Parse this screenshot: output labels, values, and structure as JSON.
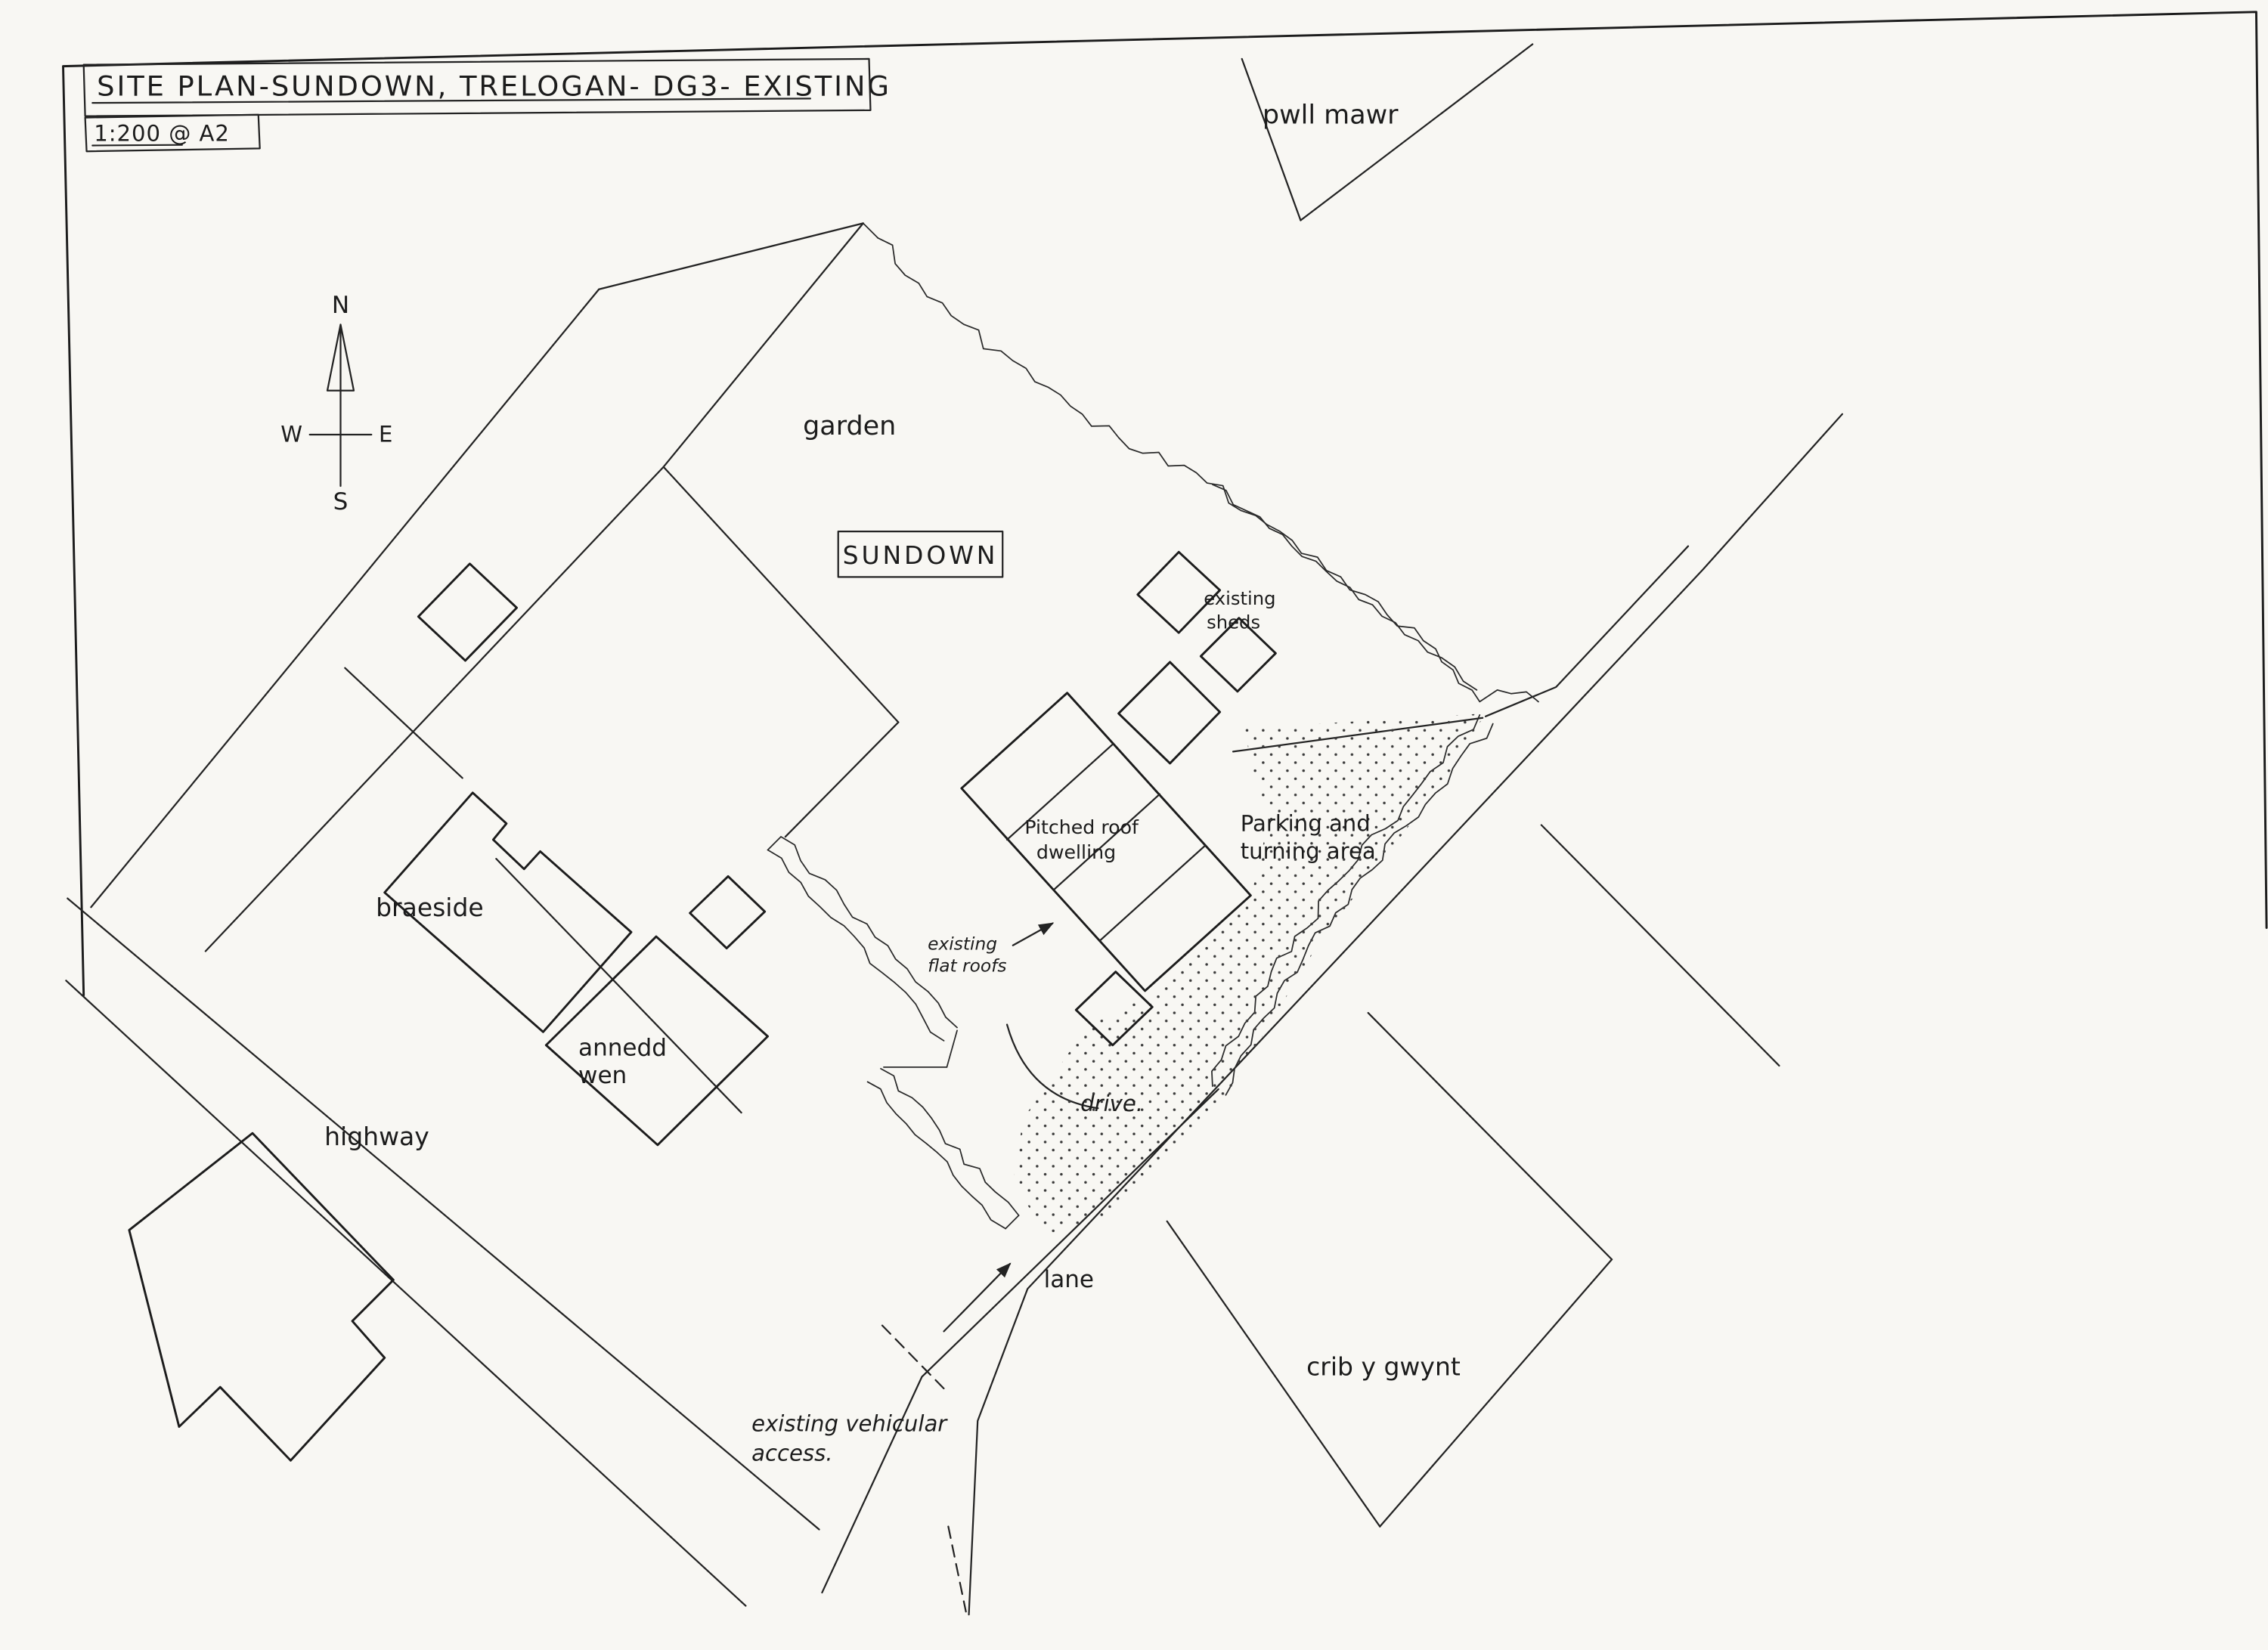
{
  "title": {
    "text": "SITE PLAN-SUNDOWN, TRELOGAN- DG3- EXISTING",
    "scale": "1:200 @ A2"
  },
  "compass": {
    "n": "N",
    "e": "E",
    "s": "S",
    "w": "W"
  },
  "labels": {
    "pwll_mawr": "pwll mawr",
    "garden": "garden",
    "sundown": "SUNDOWN",
    "sheds_line1": "existing",
    "sheds_line2": "sheds",
    "dwelling_line1": "Pitched roof",
    "dwelling_line2": "dwelling",
    "parking_line1": "Parking and",
    "parking_line2": "turning area",
    "flat_roofs_line1": "existing",
    "flat_roofs_line2": "flat roofs",
    "braeside": "braeside",
    "annedd_line1": "annedd",
    "annedd_line2": "wen",
    "highway": "highway",
    "drive": "drive.",
    "lane": "lane",
    "crib": "crib y gwynt",
    "access_line1": "existing vehicular",
    "access_line2": "access."
  },
  "colors": {
    "ink": "#232323",
    "paper": "#f8f7f3"
  }
}
